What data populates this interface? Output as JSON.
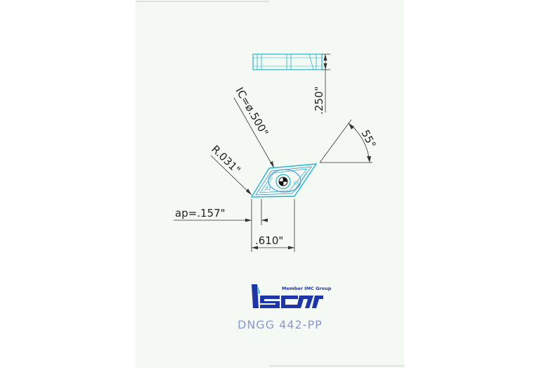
{
  "drawing": {
    "thickness_label": ".250\"",
    "ic_label": "IC=ø.500\"",
    "angle_label": "55°",
    "radius_label": "R.031\"",
    "ap_label": "ap=.157\"",
    "length_label": ".610\""
  },
  "brand": {
    "member_text": "Member IMC Group",
    "logo_text": "Iscar"
  },
  "insert": {
    "designation": "DNGG 442-PP"
  },
  "colors": {
    "sheet_background": "#f5f9f3",
    "dimension_lines": "#333333",
    "insert_outline": "#1bb8d4",
    "insert_detail": "#3a8ad8",
    "designation_text": "#8a99d8",
    "logo_blue": "#1f36a8"
  }
}
